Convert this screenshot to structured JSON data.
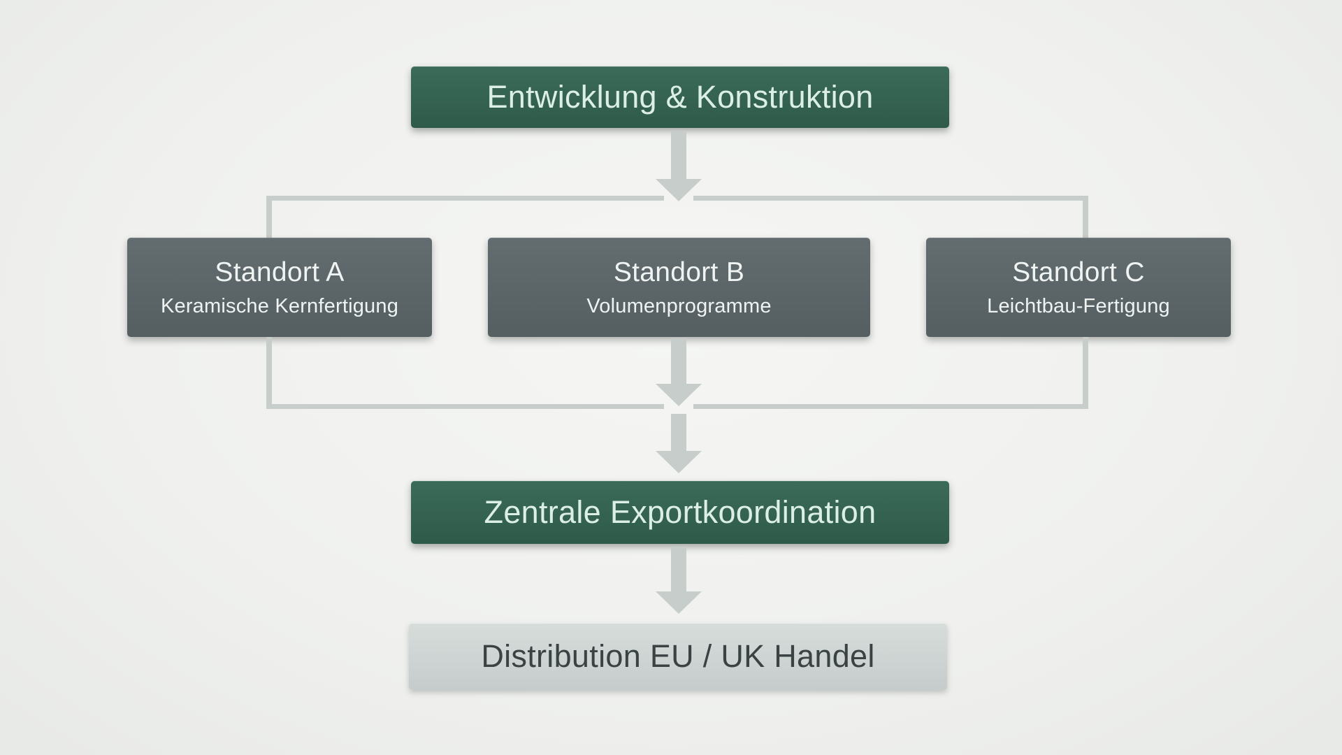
{
  "diagram": {
    "title_box": {
      "label": "Entwicklung & Konstruktion"
    },
    "sites": [
      {
        "title": "Standort A",
        "subtitle": "Keramische Kernfertigung"
      },
      {
        "title": "Standort B",
        "subtitle": "Volumenprogramme"
      },
      {
        "title": "Standort C",
        "subtitle": "Leichtbau-Fertigung"
      }
    ],
    "coordination_box": {
      "label": "Zentrale Exportkoordination"
    },
    "distribution_box": {
      "label": "Distribution EU / UK Handel"
    }
  },
  "colors": {
    "green-top": "#3c6b59",
    "green-bottom": "#2e5a4a",
    "green-text": "#dcefe7",
    "gray-top": "#636d70",
    "gray-bottom": "#555f62",
    "gray-text": "#eff3f2",
    "light-top": "#d7dddb",
    "light-bottom": "#c6cccb",
    "light-text": "#3a4244",
    "connector": "#c7cdca",
    "bg-center": "#f5f6f4",
    "bg-edge": "#e7e9e7"
  }
}
